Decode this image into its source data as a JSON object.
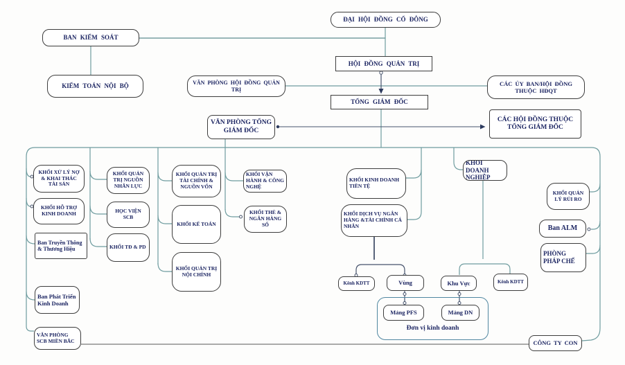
{
  "diagram": {
    "type": "org-chart",
    "language": "vi",
    "colors": {
      "connector_teal": "#6E9C9F",
      "connector_dark": "#45526b",
      "text_navy": "#1C2562",
      "box_border": "#3C3C3C",
      "business_unit_container_border": "#4F86A0"
    }
  },
  "nodes": {
    "dai_hoi": "ĐẠI HỘI ĐỒNG CỔ ĐÔNG",
    "ban_kiem_soat": "BAN KIỂM SOÁT",
    "hdqt": "HỘI ĐỒNG QUẢN TRỊ",
    "cac_uy_ban": "CÁC ỦY BAN/HỘI ĐỒNG THUỘC HĐQT",
    "kiem_toan": "KIỂM TOÁN NỘI BỘ",
    "vp_hdqt": "VĂN PHÒNG HỘI ĐỒNG QUẢN TRỊ",
    "tgd": "TỔNG GIÁM ĐỐC",
    "vp_tgd": "VĂN PHÒNG TỔNG GIÁM ĐỐC",
    "cac_hoi_dong": "CÁC HỘI ĐỒNG THUỘC TỔNG GIÁM ĐỐC",
    "khoi_xu_ly": "KHỐI XỬ LÝ NỢ & KHAI THÁC TÀI SẢN",
    "khoi_ho_tro": "KHỐI HỖ TRỢ KINH DOANH",
    "ban_truyen_thong": "Ban Truyền Thông & Thương Hiệu",
    "ban_phat_trien": "Ban Phát Triển Kinh Doanh",
    "vp_scb": "VĂN PHÒNG SCB MIỀN BẮC",
    "khoi_qt_nnl": "KHỐI QUẢN TRỊ NGUỒN NHÂN LỰC",
    "hoc_vien": "HỌC VIỆN SCB",
    "khoi_td_pd": "KHỐI TĐ & PD",
    "khoi_qt_tc": "KHỐI QUẢN TRỊ TÀI CHÍNH & NGUỒN VỐN",
    "khoi_ke_toan": "KHỐI KẾ TOÁN",
    "khoi_qt_nc": "KHỐI QUẢN TRỊ NỘI CHÍNH",
    "khoi_van_hanh": "KHỐI VẬN HÀNH & CÔNG NGHỆ",
    "khoi_the": "KHỐI THẺ & NGÂN HÀNG SỐ",
    "khoi_kd_tt": "KHỐI KINH DOANH TIỀN TỆ",
    "khoi_dich_vu": "KHỐI DỊCH VỤ NGÂN HÀNG &TÀI CHÍNH CÁ NHÂN",
    "khoi_dn": "KHỐI DOANH NGHIỆP",
    "khoi_ql_rr": "KHỐI QUẢN LÝ RỦI RO",
    "ban_alm": "Ban ALM",
    "phong_phap_che": "PHÒNG PHÁP CHẾ",
    "kenh_kdtt_1": "Kênh KDTT",
    "vung": "Vùng",
    "khu_vuc": "Khu Vực",
    "kenh_kdtt_2": "Kênh KDTT",
    "mang_pfs": "Mảng PFS",
    "mang_dn": "Mảng DN",
    "don_vi_kd": "Đơn vị kinh doanh",
    "cong_ty_con": "CÔNG TY CON"
  }
}
